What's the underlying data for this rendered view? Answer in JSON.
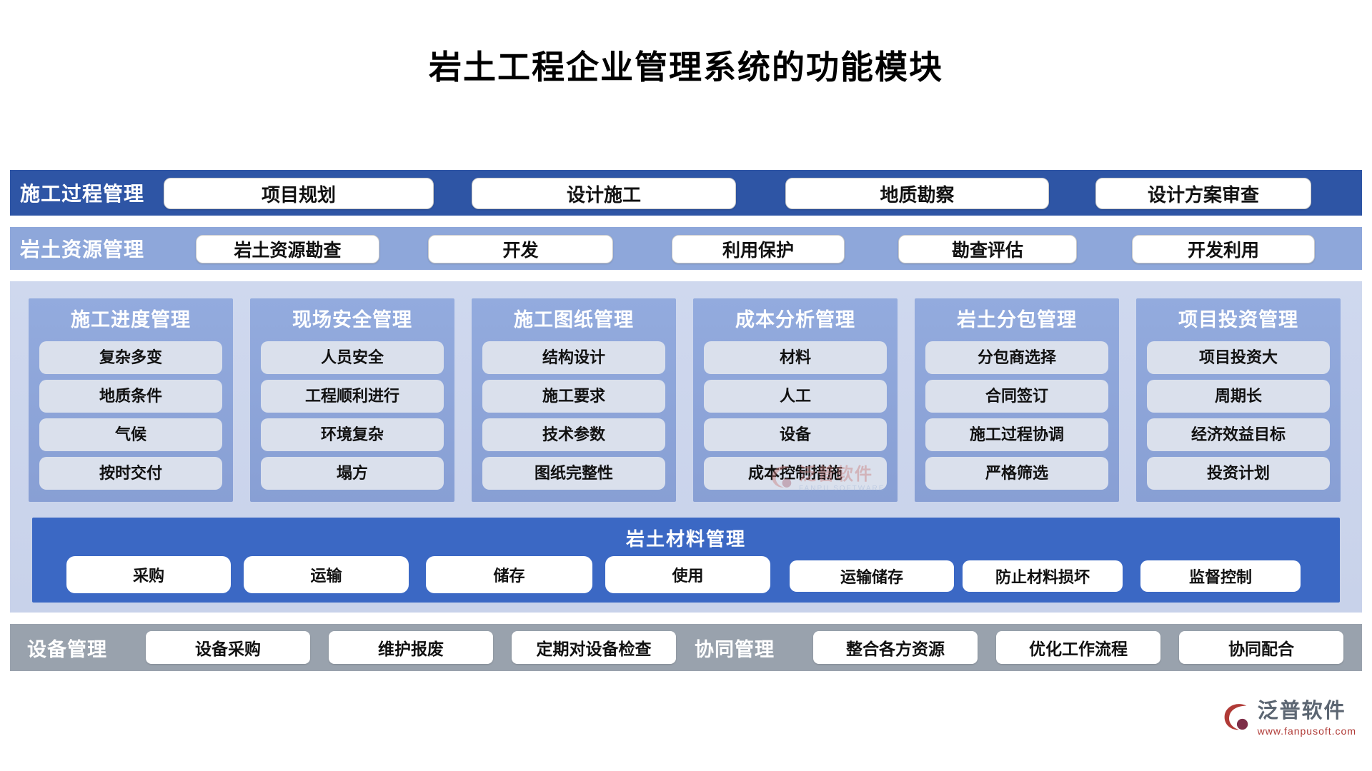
{
  "title": "岩土工程企业管理系统的功能模块",
  "row1": {
    "label": "施工过程管理",
    "items": [
      "项目规划",
      "设计施工",
      "地质勘察",
      "设计方案审查"
    ]
  },
  "row2": {
    "label": "岩土资源管理",
    "items": [
      "岩土资源勘查",
      "开发",
      "利用保护",
      "勘查评估",
      "开发利用"
    ]
  },
  "columns": [
    {
      "title": "施工进度管理",
      "items": [
        "复杂多变",
        "地质条件",
        "气候",
        "按时交付"
      ]
    },
    {
      "title": "现场安全管理",
      "items": [
        "人员安全",
        "工程顺利进行",
        "环境复杂",
        "塌方"
      ]
    },
    {
      "title": "施工图纸管理",
      "items": [
        "结构设计",
        "施工要求",
        "技术参数",
        "图纸完整性"
      ]
    },
    {
      "title": "成本分析管理",
      "items": [
        "材料",
        "人工",
        "设备",
        "成本控制措施"
      ]
    },
    {
      "title": "岩土分包管理",
      "items": [
        "分包商选择",
        "合同签订",
        "施工过程协调",
        "严格筛选"
      ]
    },
    {
      "title": "项目投资管理",
      "items": [
        "项目投资大",
        "周期长",
        "经济效益目标",
        "投资计划"
      ]
    }
  ],
  "material": {
    "label": "岩土材料管理",
    "items": [
      "采购",
      "运输",
      "储存",
      "使用",
      "运输储存",
      "防止材料损坏",
      "监督控制"
    ]
  },
  "bottom": {
    "equipment_label": "设备管理",
    "equipment_items": [
      "设备采购",
      "维护报废",
      "定期对设备检查"
    ],
    "collab_label": "协同管理",
    "collab_items": [
      "整合各方资源",
      "优化工作流程",
      "协同配合"
    ]
  },
  "watermark": {
    "name": "泛普软件",
    "subtitle": "FANPU SOFTWARE"
  },
  "logo": {
    "name": "泛普软件",
    "url": "www.fanpusoft.com"
  },
  "colors": {
    "row1_bg": "#2e55a5",
    "row2_bg": "#8ea7da",
    "panel_bg": "#cfd8ee",
    "column_bg_top": "#93abde",
    "column_bg": "#889fd4",
    "item_bg": "#dae0ec",
    "material_bg": "#3b68c4",
    "bottom_bg": "#99a2ad",
    "accent_red": "#b03a36"
  }
}
